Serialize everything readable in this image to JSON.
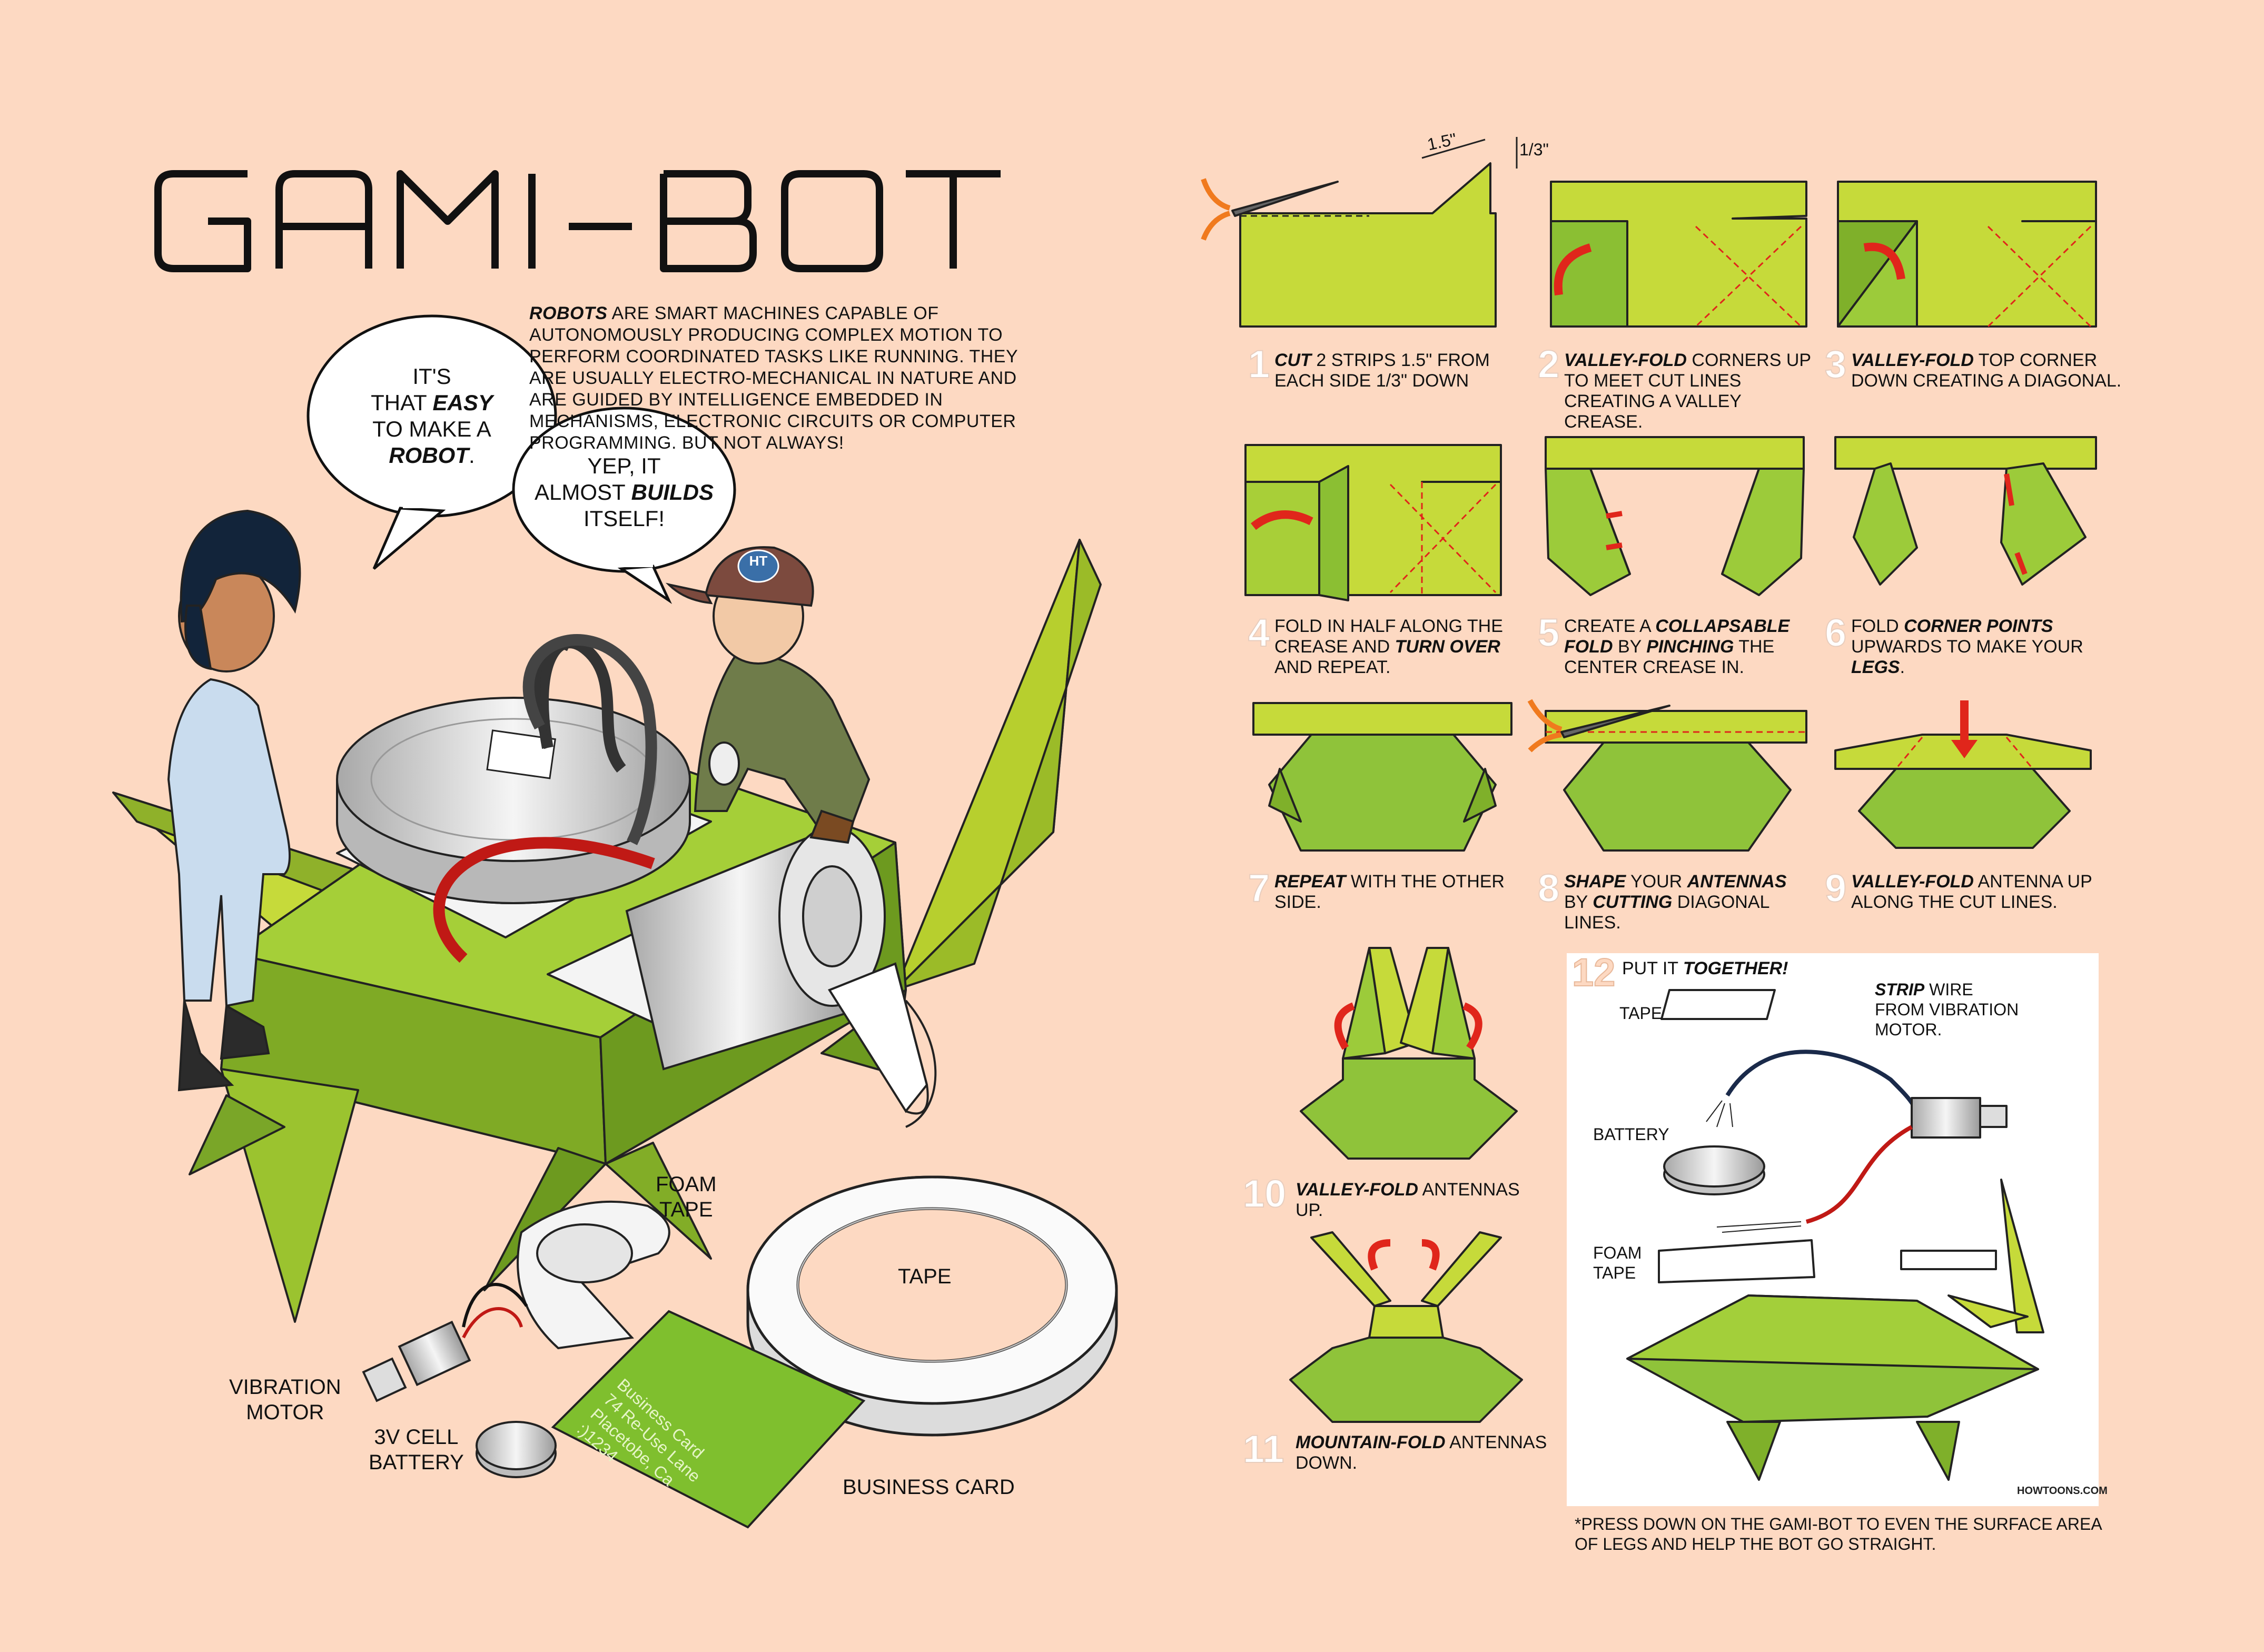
{
  "title": "GAMI-BOT",
  "intro": {
    "robots": "ROBOTS",
    "text": " ARE SMART MACHINES CAPABLE OF AUTONOMOUSLY PRODUCING COMPLEX MOTION TO PERFORM COORDINATED TASKS LIKE RUNNING. THEY ARE USUALLY ELECTRO-MECHANICAL IN NATURE AND ARE GUIDED BY INTELLIGENCE EMBEDDED IN MECHANISMS, ELECTRONIC CIRCUITS OR COMPUTER PROGRAMMING. BUT NOT ALWAYS!"
  },
  "bubbles": {
    "girl": {
      "a": "IT'S",
      "b": "THAT ",
      "b_em": "EASY",
      "c": "TO MAKE A",
      "d_em": "ROBOT",
      "d": "."
    },
    "boy": {
      "a": "YEP, IT",
      "b": "ALMOST ",
      "b_em": "BUILDS",
      "c": "ITSELF!"
    }
  },
  "cap_text": "HT",
  "materials": {
    "foam_tape_1": "FOAM",
    "foam_tape_2": "TAPE",
    "tape": "TAPE",
    "vibration_motor_1": "VIBRATION",
    "vibration_motor_2": "MOTOR",
    "battery_1": "3V CELL",
    "battery_2": "BATTERY",
    "business_card": "BUSINESS CARD",
    "card_lines": [
      "Business Card",
      "74 Re-Use Lane",
      "Placetobe, Ca",
      ":)1234"
    ]
  },
  "dimensions": {
    "width": "1.5\"",
    "depth": "1/3\""
  },
  "steps": [
    {
      "num": "1",
      "em": "CUT",
      "text": " 2 STRIPS 1.5\" FROM EACH SIDE 1/3\" DOWN"
    },
    {
      "num": "2",
      "em": "VALLEY-FOLD",
      "text": " CORNERS UP TO MEET CUT LINES CREATING A VALLEY CREASE."
    },
    {
      "num": "3",
      "em": "VALLEY-FOLD",
      "text": " TOP CORNER DOWN CREATING A DIAGONAL."
    },
    {
      "num": "4",
      "pre": "FOLD IN HALF ALONG THE CREASE AND ",
      "em": "TURN OVER",
      "text": " AND REPEAT."
    },
    {
      "num": "5",
      "pre": "CREATE A ",
      "em": "COLLAPSABLE FOLD",
      "mid": " BY ",
      "em2": "PINCHING",
      "text": " THE CENTER CREASE IN."
    },
    {
      "num": "6",
      "pre": "FOLD ",
      "em": "CORNER POINTS",
      "mid": " UPWARDS TO MAKE YOUR ",
      "em2": "LEGS",
      "text": "."
    },
    {
      "num": "7",
      "em": "REPEAT",
      "text": " WITH THE OTHER SIDE."
    },
    {
      "num": "8",
      "em": "SHAPE",
      "mid": " YOUR ",
      "em2": "ANTENNAS",
      "mid2": " BY ",
      "em3": "CUTTING",
      "text": " DIAGONAL LINES."
    },
    {
      "num": "9",
      "em": "VALLEY-FOLD",
      "text": " ANTENNA UP ALONG THE CUT LINES."
    },
    {
      "num": "10",
      "em": "VALLEY-FOLD",
      "text": " ANTENNAS UP."
    },
    {
      "num": "11",
      "em": "MOUNTAIN-FOLD",
      "text": " ANTENNAS DOWN."
    }
  ],
  "assembly": {
    "num": "12",
    "put": "PUT IT ",
    "together": "TOGETHER!",
    "tape": "TAPE",
    "strip_em": "STRIP",
    "strip_1": " WIRE",
    "strip_2": "FROM VIBRATION",
    "strip_3": "MOTOR.",
    "battery": "BATTERY",
    "foam_1": "FOAM",
    "foam_2": "TAPE",
    "credit": "HOWTOONS.COM"
  },
  "footnote": "*PRESS DOWN ON THE GAMI-BOT TO EVEN THE SURFACE AREA OF LEGS AND HELP THE BOT GO STRAIGHT.",
  "colors": {
    "background": "#fdd9c2",
    "paper_green": "#c6da3a",
    "paper_dark": "#7fb02a",
    "arrow_red": "#e0261b",
    "scissor_orange": "#f07a1e"
  }
}
